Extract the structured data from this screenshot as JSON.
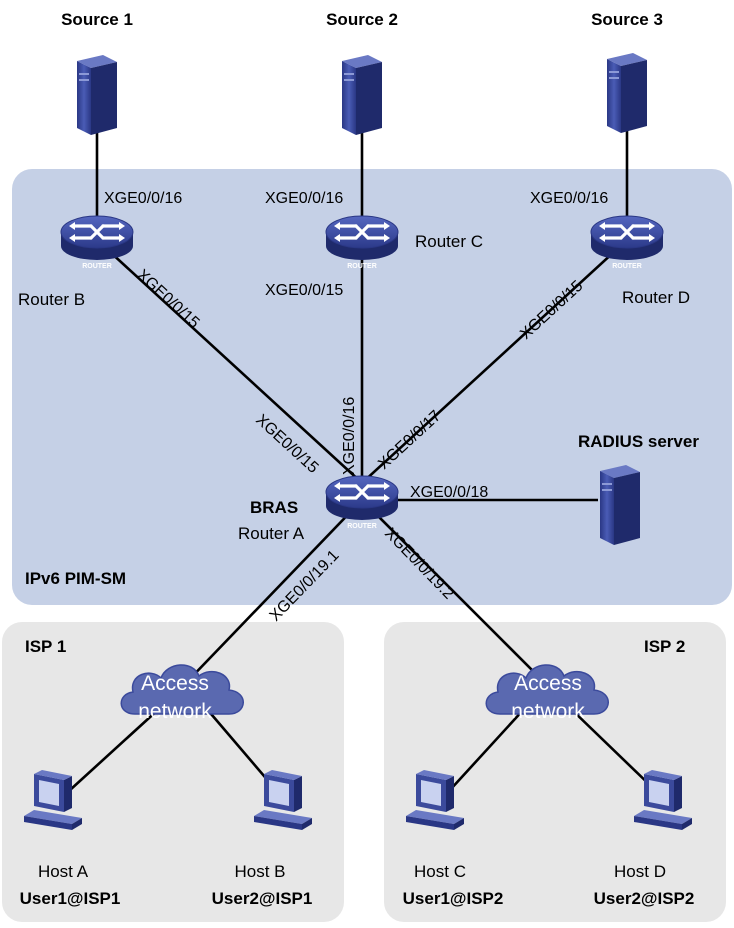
{
  "colors": {
    "pim_region": "#c5d0e6",
    "isp_region": "#e7e7e7",
    "device_blue": "#3b4a9c",
    "device_dark": "#1f2a6b",
    "cloud": "#5a69b0",
    "link": "#000000"
  },
  "regions": {
    "pim_label": "IPv6 PIM-SM",
    "isp1_label": "ISP 1",
    "isp2_label": "ISP 2"
  },
  "sources": {
    "s1": "Source 1",
    "s2": "Source 2",
    "s3": "Source 3"
  },
  "routers": {
    "b": {
      "name": "Router B",
      "port_up": "XGE0/0/16",
      "port_down": "XGE0/0/15"
    },
    "c": {
      "name": "Router C",
      "port_up": "XGE0/0/16",
      "port_down": "XGE0/0/15"
    },
    "d": {
      "name": "Router D",
      "port_up": "XGE0/0/16",
      "port_down": "XGE0/0/15"
    },
    "a": {
      "role": "BRAS",
      "name": "Router A",
      "port_to_b": "XGE0/0/15",
      "port_to_c": "XGE0/0/16",
      "port_to_d": "XGE0/0/17",
      "port_to_radius": "XGE0/0/18",
      "port_to_isp1": "XGE0/0/19.1",
      "port_to_isp2": "XGE0/0/19.2"
    }
  },
  "router_badge": "ROUTER",
  "radius_label": "RADIUS server",
  "clouds": {
    "isp1": {
      "line1": "Access",
      "line2": "network"
    },
    "isp2": {
      "line1": "Access",
      "line2": "network"
    }
  },
  "hosts": {
    "a": {
      "name": "Host A",
      "user": "User1@ISP1"
    },
    "b": {
      "name": "Host B",
      "user": "User2@ISP1"
    },
    "c": {
      "name": "Host C",
      "user": "User1@ISP2"
    },
    "d": {
      "name": "Host D",
      "user": "User2@ISP2"
    }
  }
}
